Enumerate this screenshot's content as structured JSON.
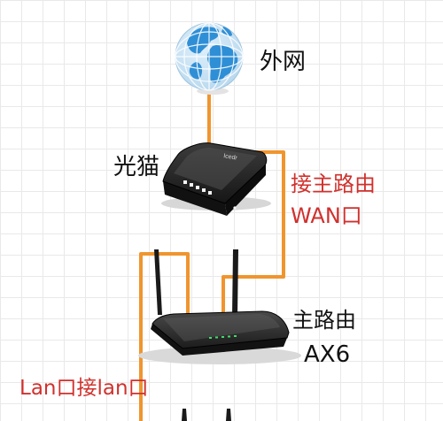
{
  "labels": {
    "internet": "外网",
    "modem": "光猫",
    "modem_brand": "Icedr",
    "wan_line1": "接主路由",
    "wan_line2": "WAN口",
    "router_line1": "主路由",
    "router_line2": "AX6",
    "lan_note": "Lan口接lan口"
  },
  "colors": {
    "cable": "#f0952e",
    "annotation_red": "#d0312d",
    "text_black": "#111111",
    "globe_blue": "#2f8fd6",
    "device_dark": "#2a2a2a",
    "background_grid": "#e9e9e9"
  },
  "icons": [
    "globe-icon",
    "modem-icon",
    "router-icon",
    "router-partial-icon"
  ]
}
